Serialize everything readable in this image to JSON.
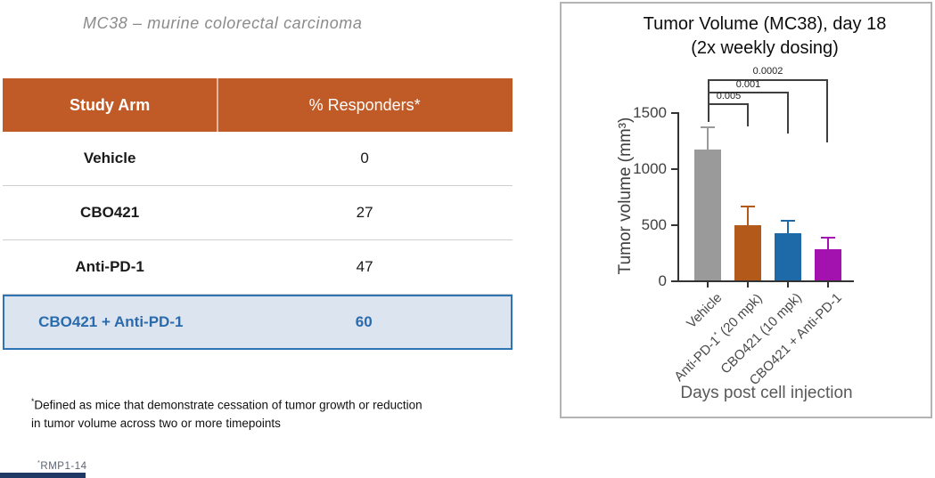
{
  "slide": {
    "title": "MC38 – murine colorectal carcinoma",
    "footnote": {
      "marker": "*",
      "text": "Defined as mice that demonstrate cessation of tumor growth or reduction in tumor volume across two or more timepoints"
    },
    "reference": {
      "marker": "*",
      "text": "RMP1-14"
    }
  },
  "table": {
    "col_headers": [
      "Study Arm",
      "% Responders*"
    ],
    "rows": [
      {
        "arm": "Vehicle",
        "responders": "0",
        "highlighted": false
      },
      {
        "arm": "CBO421",
        "responders": "27",
        "highlighted": false
      },
      {
        "arm": "Anti-PD-1",
        "responders": "47",
        "highlighted": false
      },
      {
        "arm": "CBO421 + Anti-PD-1",
        "responders": "60",
        "highlighted": true
      }
    ],
    "header_bg": "#C05B28",
    "highlight_bg": "#DCE4EF",
    "highlight_border": "#2E74B5",
    "highlight_text_color": "#2A6BAE"
  },
  "chart_data": {
    "type": "bar",
    "title": "Tumor Volume (MC38), day 18 (2x weekly dosing)",
    "title_lines": [
      "Tumor Volume (MC38), day 18",
      "(2x weekly dosing)"
    ],
    "categories": [
      "Vehicle",
      "Anti-PD-1* (20 mpk)",
      "CBO421 (10 mpk)",
      "CBO421 + Anti-PD-1"
    ],
    "categories_rich": [
      {
        "text": "Vehicle",
        "sup": "",
        "rest": ""
      },
      {
        "text": "Anti-PD-1",
        "sup": "*",
        "rest": " (20 mpk)"
      },
      {
        "text": "CBO421 (10 mpk)",
        "sup": "",
        "rest": ""
      },
      {
        "text": "CBO421 + Anti-PD-1",
        "sup": "",
        "rest": ""
      }
    ],
    "values": [
      1170,
      490,
      420,
      280
    ],
    "error_upper": [
      1370,
      670,
      540,
      385
    ],
    "bar_colors": [
      "#9A9A9A",
      "#B35A1A",
      "#1E69A8",
      "#A311AE"
    ],
    "xlabel": "Days post cell injection",
    "ylabel": "Tumor volume (mm³)",
    "ylim": [
      0,
      1500
    ],
    "yticks": [
      0,
      500,
      1000,
      1500
    ],
    "legend_position": "none",
    "grid": false,
    "significance": [
      {
        "comparison": "Vehicle vs Anti-PD-1 (20 mpk)",
        "p": "0.005"
      },
      {
        "comparison": "Vehicle vs CBO421 (10 mpk)",
        "p": "0.001"
      },
      {
        "comparison": "Vehicle vs CBO421 + Anti-PD-1",
        "p": "0.0002"
      }
    ]
  }
}
